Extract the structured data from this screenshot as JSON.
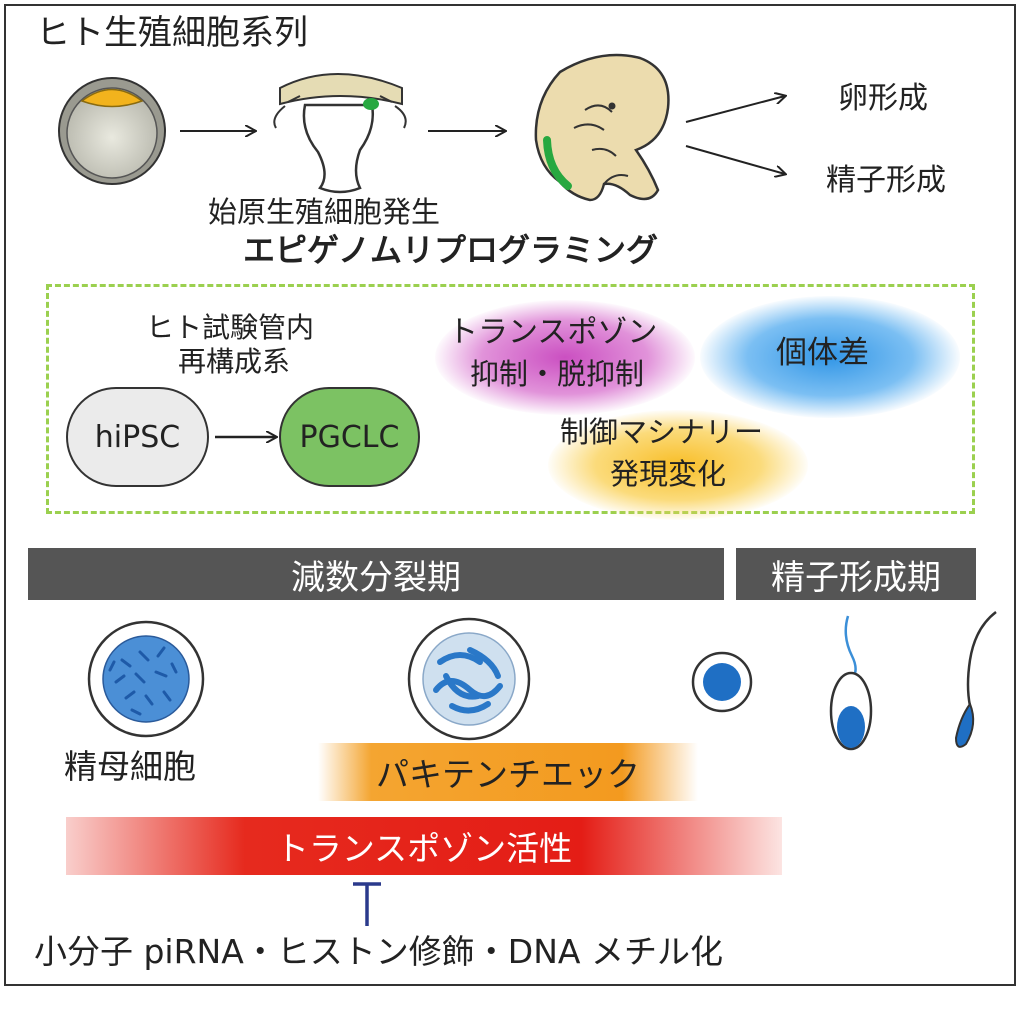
{
  "title": "ヒト生殖細胞系列",
  "fates": {
    "oogenesis": "卵形成",
    "spermatogenesis": "精子形成"
  },
  "pgc_development": "始原生殖細胞発生",
  "epigenome_reprogramming": "エピゲノムリプログラミング",
  "in_vitro": {
    "label_line1": "ヒト試験管内",
    "label_line2": "再構成系",
    "source_cell": "hiPSC",
    "target_cell": "PGCLC"
  },
  "findings": {
    "transposon_line1": "トランスポゾン",
    "transposon_line2": "抑制・脱抑制",
    "individual": "個体差",
    "control_line1": "制御マシナリー",
    "control_line2": "発現変化"
  },
  "stages": {
    "meiosis": "減数分裂期",
    "spermiogenesis": "精子形成期"
  },
  "spermatocyte": "精母細胞",
  "pachytene": "パキテンチエック",
  "transposon_activity": "トランスポゾン活性",
  "mechanisms": "小分子 piRNA・ヒストン修飾・DNA メチル化",
  "colors": {
    "pgclc": "#7cc263",
    "dashed_frame": "#9bd04f",
    "stage_bar": "#555555",
    "pachytene": "#f39a1f",
    "transposon_activity": "#e41d16",
    "chromatin_blue": "#2a78c8",
    "inhibitor": "#2b3a8c"
  }
}
